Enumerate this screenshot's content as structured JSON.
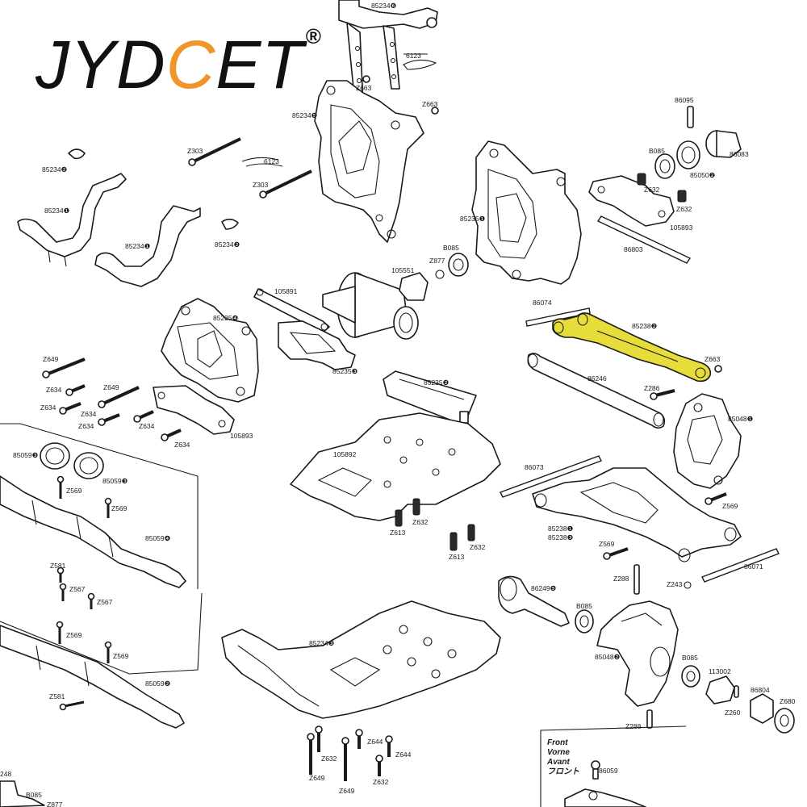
{
  "logo": {
    "text_before": "JYD",
    "accent_letter": "C",
    "text_after": "ET",
    "registered_mark": "®",
    "accent_color": "#f0952a",
    "text_color": "#111111"
  },
  "highlight_color": "#e6dc3a",
  "labels": {
    "l85234_top": "85234❻",
    "l6123_a": "6123",
    "lZ663_a": "Z663",
    "l85234_b": "85234❺",
    "lZ663_b": "Z663",
    "lZ303_a": "Z303",
    "l6123_b": "6123",
    "lZ303_b": "Z303",
    "l85234_c": "85234❷",
    "l85234_d": "85234❶",
    "l85234_e": "85234❶",
    "l85234_f": "85234❷",
    "l86095": "86095",
    "lB085_a": "B085",
    "l86083": "86083",
    "l85050": "85050❷",
    "lZ632_a": "Z632",
    "lZ632_b": "Z632",
    "l85235_a": "85235❶",
    "l105893_a": "105893",
    "l86803": "86803",
    "lB085_b": "B085",
    "lZ877_a": "Z877",
    "l105551": "105551",
    "l105891": "105891",
    "l85235_b": "85235❹",
    "l85235_c": "85235❸",
    "l86074": "86074",
    "l85238_hl": "85238❷",
    "lZ663_c": "Z663",
    "l86246": "86246",
    "lZ286": "Z286",
    "l85048_a": "85048❶",
    "lZ649_a": "Z649",
    "lZ634_a": "Z634",
    "lZ649_b": "Z649",
    "lZ634_b": "Z634",
    "lZ634_c": "Z634",
    "lZ634_d": "Z634",
    "lZ634_e": "Z634",
    "lZ634_f": "Z634",
    "l105893_b": "105893",
    "l85235_d": "85235❷",
    "l105892": "105892",
    "l85059_a": "85059❸",
    "lZ569_a": "Z569",
    "l85059_b": "85059❸",
    "lZ569_b": "Z569",
    "l85059_c": "85059❹",
    "l86073": "86073",
    "lZ569_c": "Z569",
    "lZ613_a": "Z613",
    "lZ632_c": "Z632",
    "lZ613_b": "Z613",
    "lZ632_d": "Z632",
    "l85238_a": "85238❶",
    "l85238_b": "85238❸",
    "lZ569_d": "Z569",
    "l86071": "86071",
    "lZ581_a": "Z581",
    "lZ567_a": "Z567",
    "lZ567_b": "Z567",
    "lZ288_a": "Z288",
    "lZ243": "Z243",
    "l86249": "86249❺",
    "lB085_c": "B085",
    "lZ569_e": "Z569",
    "lZ569_f": "Z569",
    "l85059_d": "85059❷",
    "l85234_g": "85234❸",
    "l85048_b": "85048❷",
    "lB085_d": "B085",
    "l113002": "113002",
    "l86804": "86804",
    "lZ680": "Z680",
    "lZ260": "Z260",
    "lZ581_b": "Z581",
    "lZ288_b": "Z288",
    "lZ644_a": "Z644",
    "lZ644_b": "Z644",
    "lZ632_e": "Z632",
    "lZ649_c": "Z649",
    "lZ649_d": "Z649",
    "lZ632_f": "Z632",
    "l248": "248",
    "lB085_e": "B085",
    "lZ877_b": "Z877",
    "l86059": "86059",
    "front_en": "Front",
    "front_de": "Vorne",
    "front_fr": "Avant",
    "front_jp": "フロント"
  }
}
